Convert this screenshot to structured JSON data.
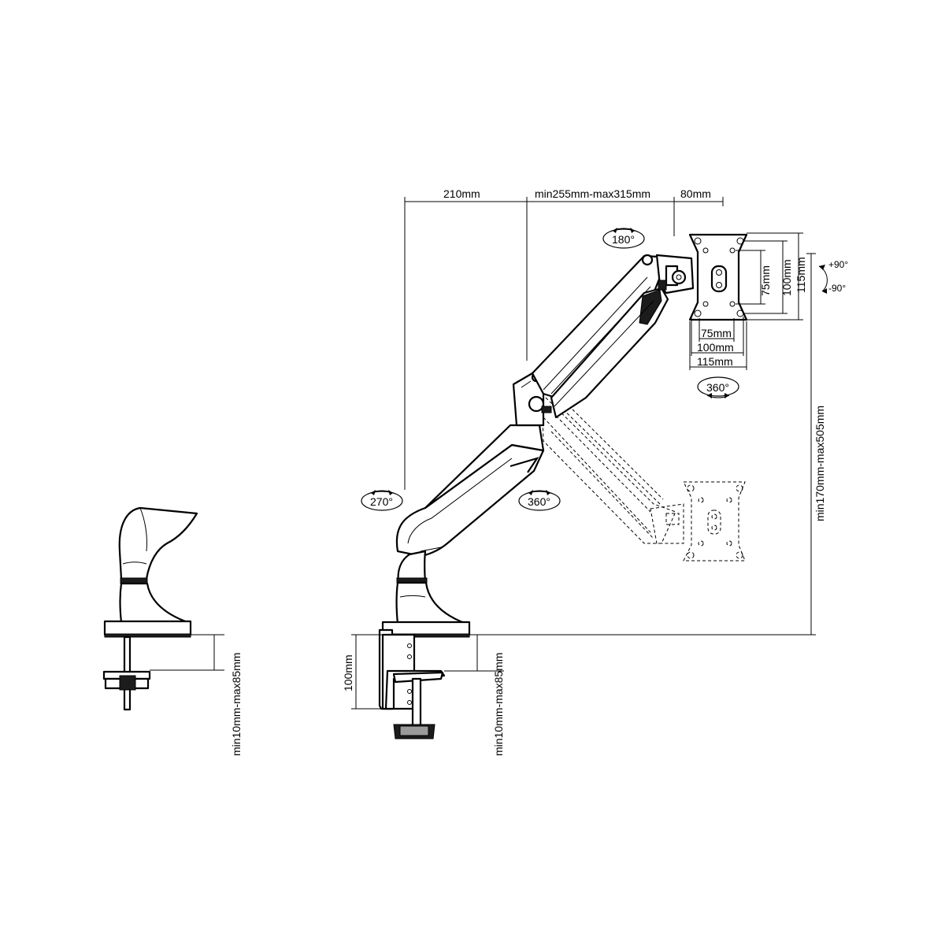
{
  "dimensions": {
    "reach_base": "210mm",
    "reach_arm": "min255mm-max315mm",
    "reach_head": "80mm",
    "vesa_v_75": "75mm",
    "vesa_v_100": "100mm",
    "vesa_v_115": "115mm",
    "vesa_h_75": "75mm",
    "vesa_h_100": "100mm",
    "vesa_h_115": "115mm",
    "height_range": "min170mm-max505mm",
    "clamp_height": "100mm",
    "desk_thickness_side": "min10mm-max85mm",
    "desk_thickness_front": "min10mm-max85mm"
  },
  "rotations": {
    "head_swivel": "180°",
    "monitor_rotation": "360°",
    "base_rotation": "270°",
    "arm_rotation": "360°",
    "tilt_up": "+90°",
    "tilt_down": "-90°"
  },
  "icons": [
    "rotation-arrow-icon",
    "tilt-arrow-icon"
  ]
}
